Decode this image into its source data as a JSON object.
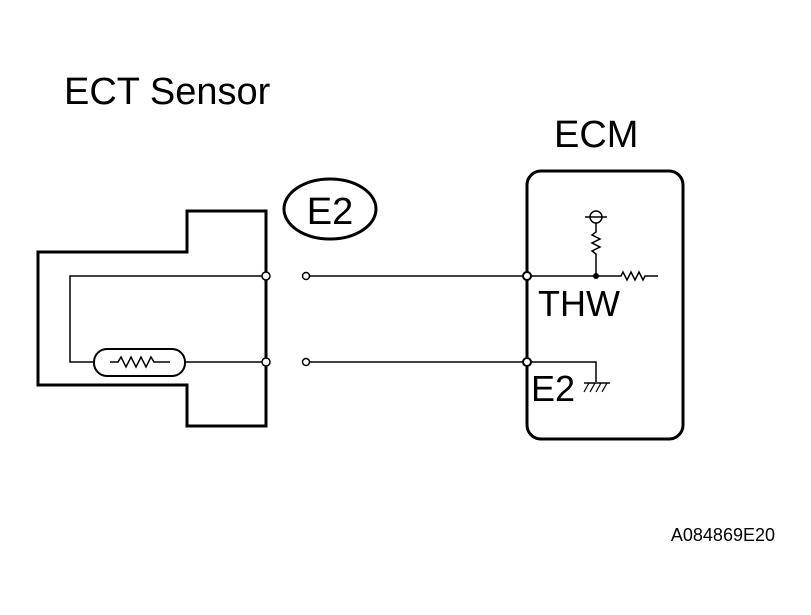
{
  "labels": {
    "sensor_title": "ECT Sensor",
    "ecm_title": "ECM",
    "connector_tag": "E2",
    "thw_terminal": "THW",
    "e2_terminal": "E2",
    "figure_code": "A084869E20"
  },
  "icons": {
    "sensor_thermistor": "resistor-icon",
    "pullup_resistor": "resistor-icon",
    "series_resistor": "resistor-icon",
    "supply_terminal": "voltage-source-icon",
    "ground": "ground-icon"
  },
  "colors": {
    "line": "#000000",
    "background": "#ffffff"
  }
}
